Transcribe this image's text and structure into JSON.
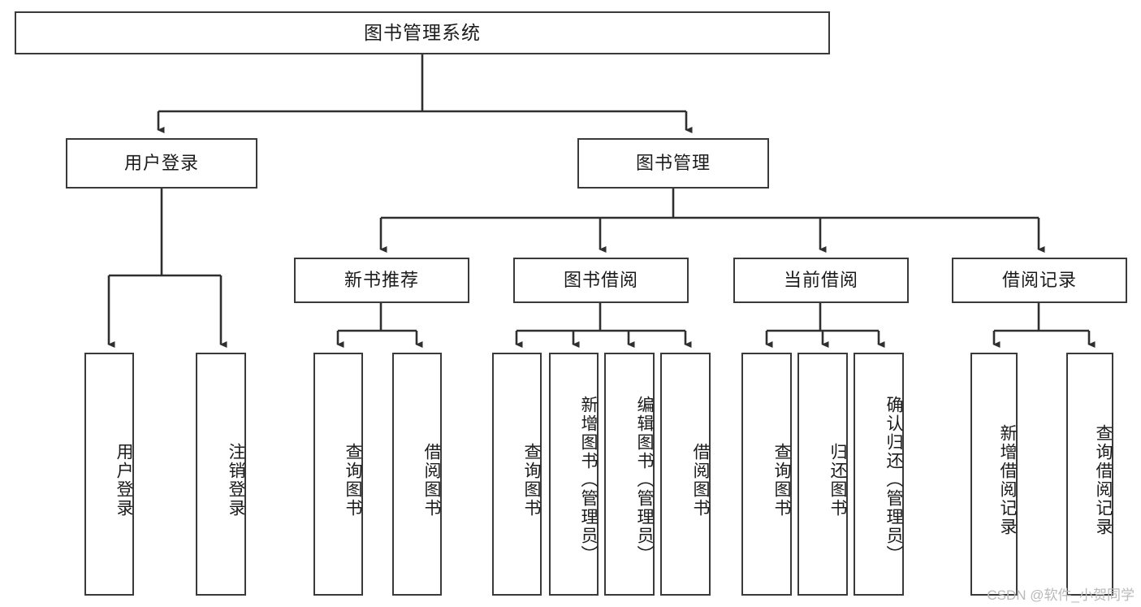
{
  "diagram": {
    "type": "tree-hierarchy",
    "title": "图书管理系统",
    "watermark": "CSDN @软件_小贺同学",
    "colors": {
      "border": "#3a3a3a",
      "background": "#ffffff",
      "text": "#1b1b1b",
      "watermark": "#b9b9b9"
    },
    "levels": [
      {
        "level": 1,
        "nodes": [
          {
            "id": "root",
            "label": "图书管理系统",
            "orientation": "horizontal"
          }
        ]
      },
      {
        "level": 2,
        "nodes": [
          {
            "id": "user-login",
            "label": "用户登录",
            "orientation": "horizontal",
            "parent": "root"
          },
          {
            "id": "book-manage",
            "label": "图书管理",
            "orientation": "horizontal",
            "parent": "root"
          }
        ]
      },
      {
        "level": 3,
        "nodes": [
          {
            "id": "new-book-rec",
            "label": "新书推荐",
            "orientation": "horizontal",
            "parent": "book-manage"
          },
          {
            "id": "book-borrow",
            "label": "图书借阅",
            "orientation": "horizontal",
            "parent": "book-manage"
          },
          {
            "id": "current-borrow",
            "label": "当前借阅",
            "orientation": "horizontal",
            "parent": "book-manage"
          },
          {
            "id": "borrow-record",
            "label": "借阅记录",
            "orientation": "horizontal",
            "parent": "book-manage"
          }
        ]
      },
      {
        "level": 4,
        "nodes": [
          {
            "id": "leaf-user-login",
            "label": "用户登录",
            "orientation": "vertical",
            "parent": "user-login"
          },
          {
            "id": "leaf-user-logout",
            "label": "注销登录",
            "orientation": "vertical",
            "parent": "user-login"
          },
          {
            "id": "leaf-query-book-1",
            "label": "查询图书",
            "orientation": "vertical",
            "parent": "new-book-rec"
          },
          {
            "id": "leaf-borrow-book-1",
            "label": "借阅图书",
            "orientation": "vertical",
            "parent": "new-book-rec"
          },
          {
            "id": "leaf-query-book-2",
            "label": "查询图书",
            "orientation": "vertical",
            "parent": "book-borrow"
          },
          {
            "id": "leaf-add-book",
            "label": "新增图书（管理员）",
            "orientation": "vertical",
            "parent": "book-borrow"
          },
          {
            "id": "leaf-edit-book",
            "label": "编辑图书（管理员）",
            "orientation": "vertical",
            "parent": "book-borrow"
          },
          {
            "id": "leaf-borrow-book-2",
            "label": "借阅图书",
            "orientation": "vertical",
            "parent": "book-borrow"
          },
          {
            "id": "leaf-query-book-3",
            "label": "查询图书",
            "orientation": "vertical",
            "parent": "current-borrow"
          },
          {
            "id": "leaf-return-book",
            "label": "归还图书",
            "orientation": "vertical",
            "parent": "current-borrow"
          },
          {
            "id": "leaf-confirm-return",
            "label": "确认归还（管理员）",
            "orientation": "vertical",
            "parent": "current-borrow"
          },
          {
            "id": "leaf-add-record",
            "label": "新增借阅记录",
            "orientation": "vertical",
            "parent": "borrow-record"
          },
          {
            "id": "leaf-query-record",
            "label": "查询借阅记录",
            "orientation": "vertical",
            "parent": "borrow-record"
          }
        ]
      }
    ]
  }
}
